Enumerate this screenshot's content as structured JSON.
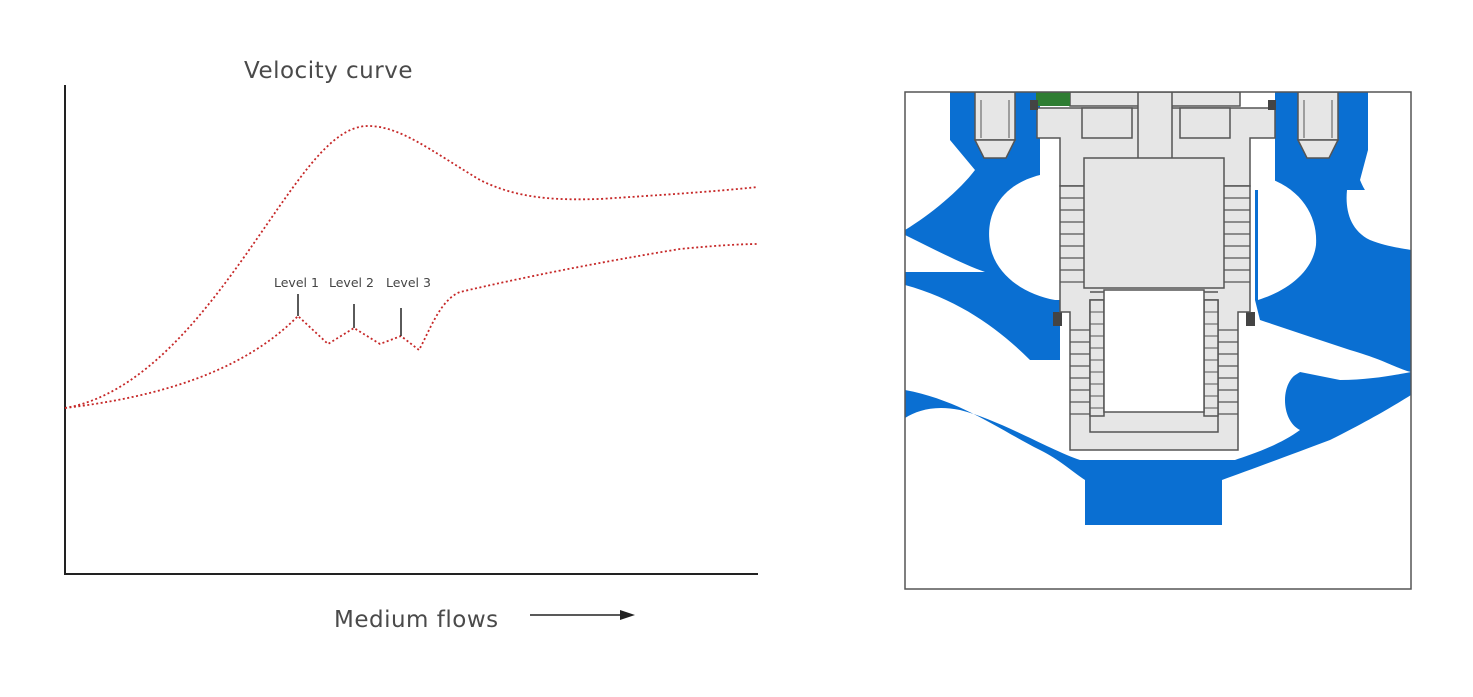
{
  "chart": {
    "title": "Velocity curve",
    "xlabel": "Medium flows",
    "levels": [
      "Level 1",
      "Level 2",
      "Level 3"
    ],
    "curve_color": "#c62828",
    "axis_color": "#222222"
  },
  "valve": {
    "body_color": "#0a6fd2",
    "trim_color": "#e6e6e6",
    "outline_color": "#555555",
    "seal_color": "#2e7d32",
    "gasket_color": "#444444"
  }
}
